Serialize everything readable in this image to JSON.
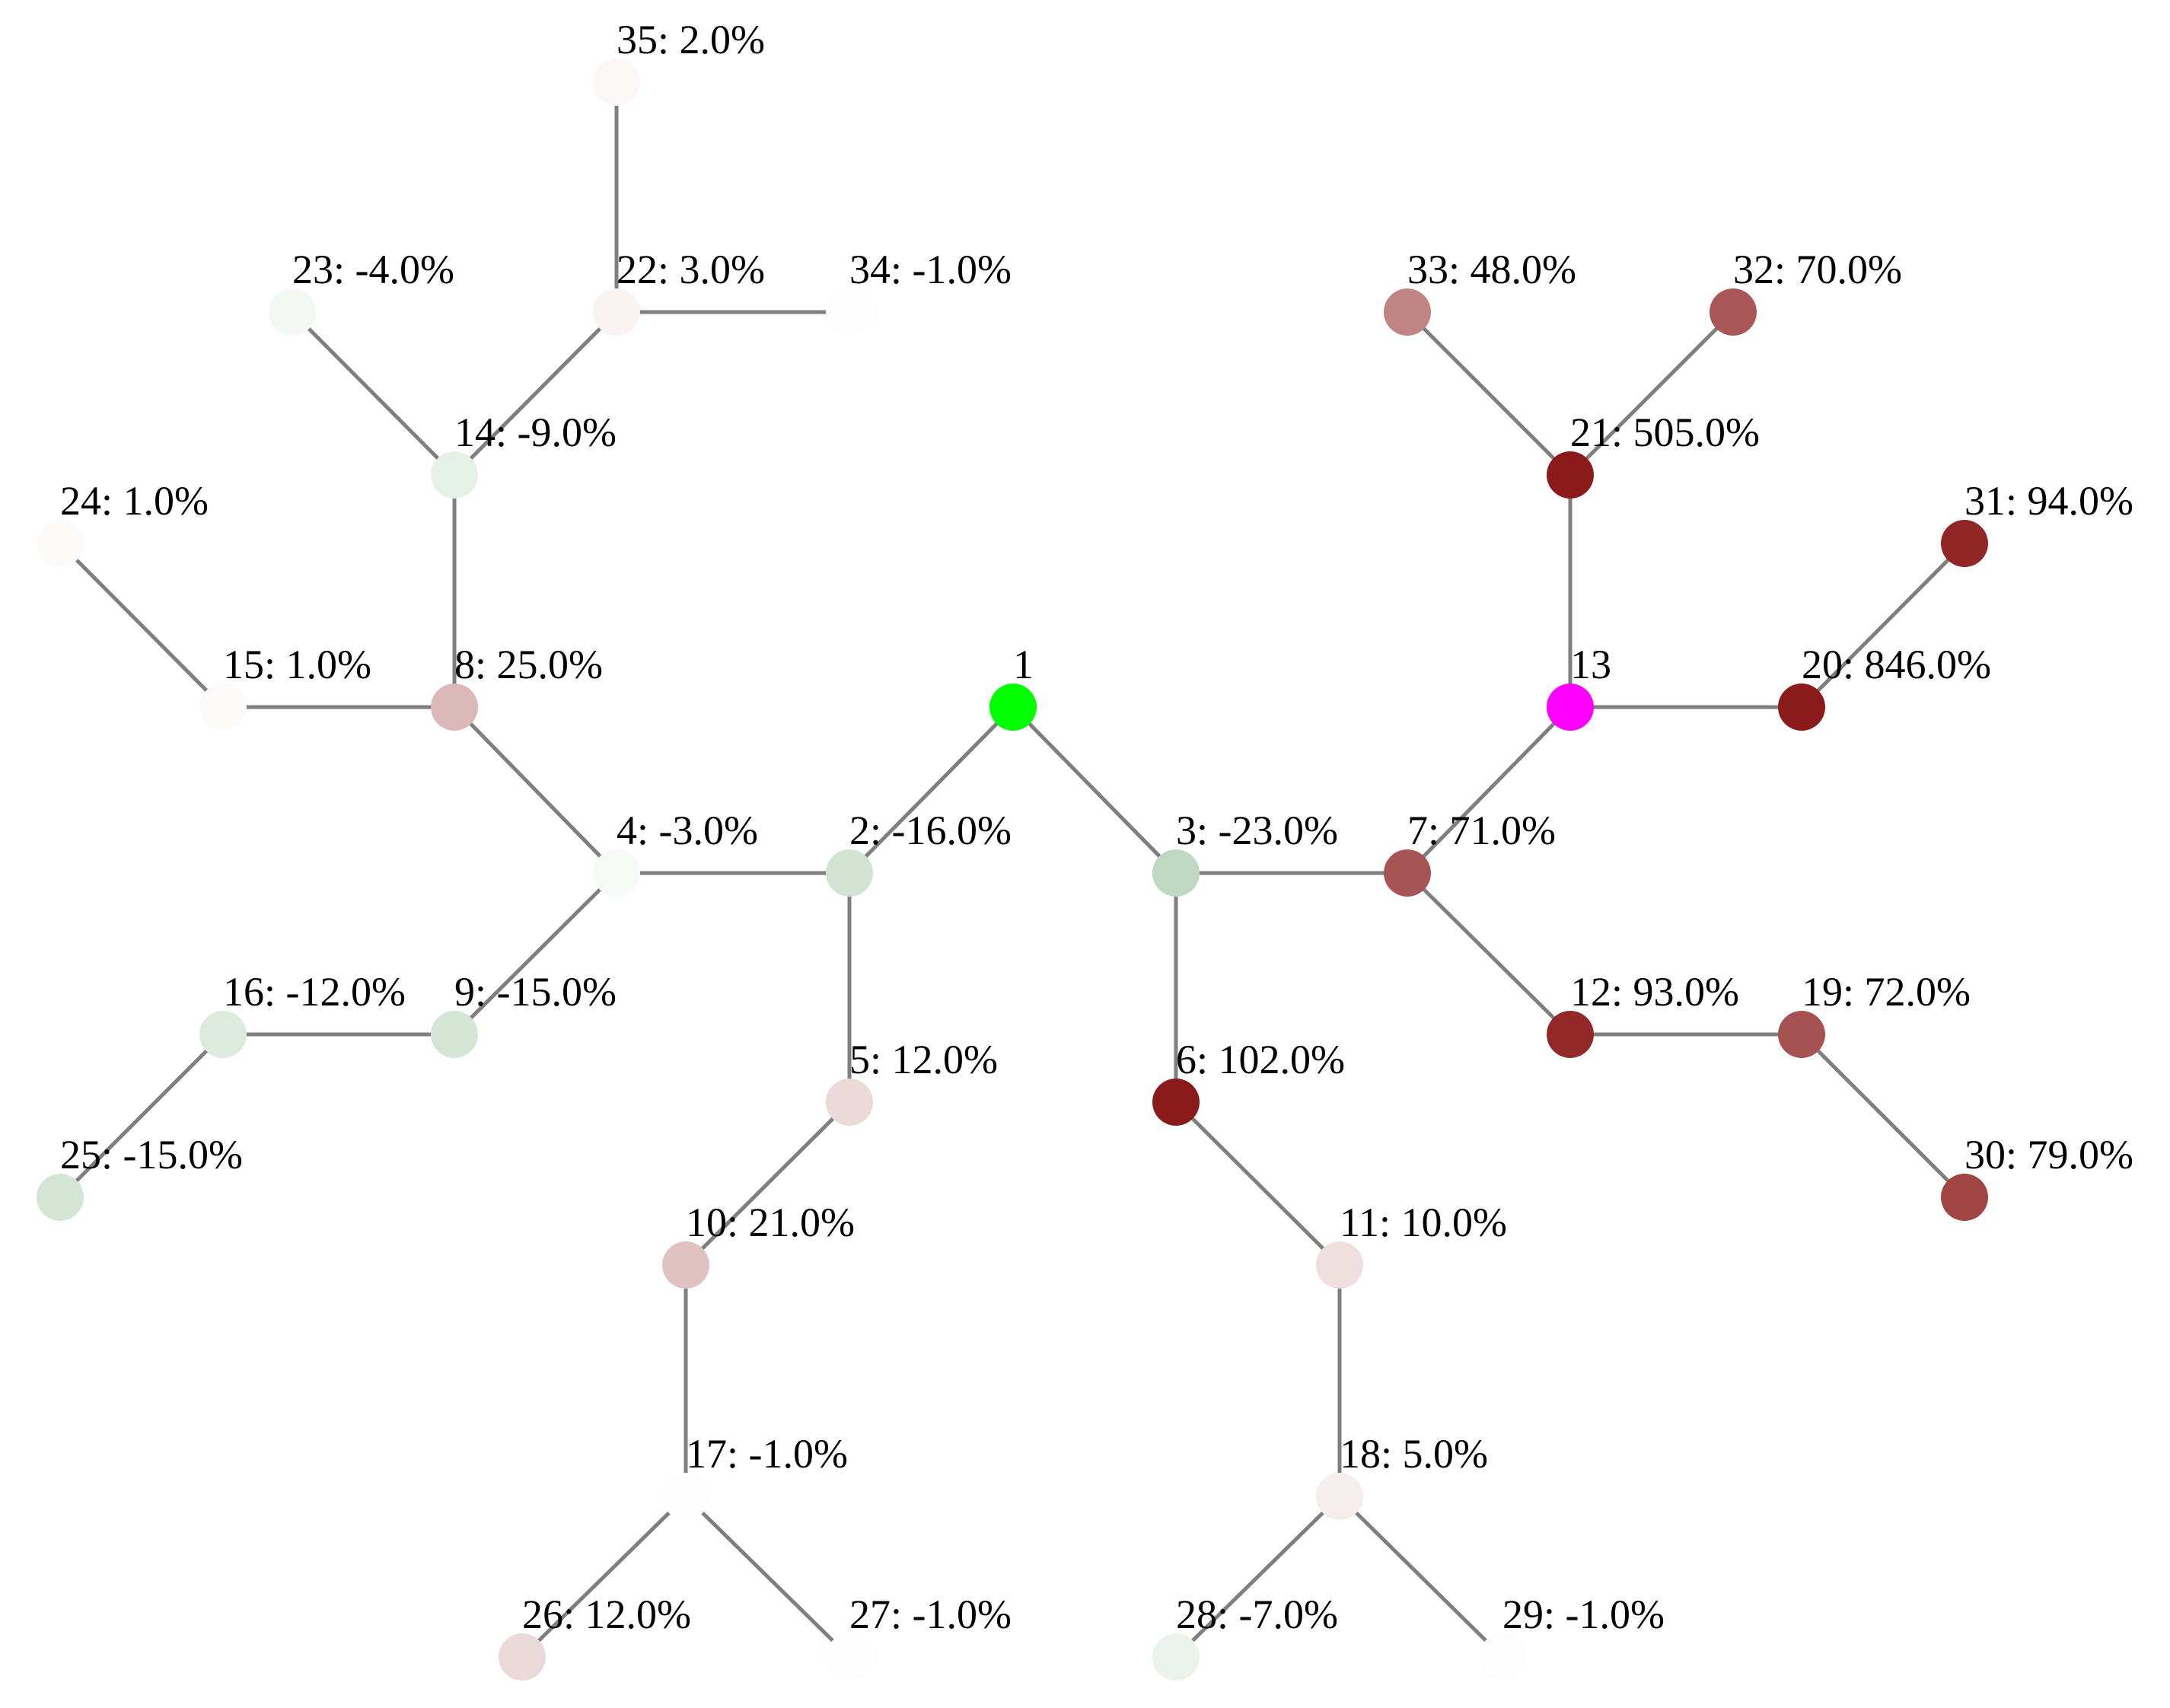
{
  "diagram": {
    "root_id": 1,
    "colors": {
      "root": "#00ff00",
      "highlight": "#ff00ff",
      "edge": "#7f7f7f",
      "positive": "#8b1a1a",
      "negative": "#7fb285"
    },
    "nodes": [
      {
        "id": 1,
        "label": "1",
        "value": null,
        "role": "root"
      },
      {
        "id": 2,
        "label": "2: -16.0%",
        "value": -16.0
      },
      {
        "id": 3,
        "label": "3: -23.0%",
        "value": -23.0
      },
      {
        "id": 4,
        "label": "4: -3.0%",
        "value": -3.0
      },
      {
        "id": 5,
        "label": "5: 12.0%",
        "value": 12.0
      },
      {
        "id": 6,
        "label": "6: 102.0%",
        "value": 102.0
      },
      {
        "id": 7,
        "label": "7: 71.0%",
        "value": 71.0
      },
      {
        "id": 8,
        "label": "8: 25.0%",
        "value": 25.0
      },
      {
        "id": 9,
        "label": "9: -15.0%",
        "value": -15.0
      },
      {
        "id": 10,
        "label": "10: 21.0%",
        "value": 21.0
      },
      {
        "id": 11,
        "label": "11: 10.0%",
        "value": 10.0
      },
      {
        "id": 12,
        "label": "12: 93.0%",
        "value": 93.0
      },
      {
        "id": 13,
        "label": "13",
        "value": null,
        "role": "highlight"
      },
      {
        "id": 14,
        "label": "14: -9.0%",
        "value": -9.0
      },
      {
        "id": 15,
        "label": "15: 1.0%",
        "value": 1.0
      },
      {
        "id": 16,
        "label": "16: -12.0%",
        "value": -12.0
      },
      {
        "id": 17,
        "label": "17: -1.0%",
        "value": -1.0
      },
      {
        "id": 18,
        "label": "18: 5.0%",
        "value": 5.0
      },
      {
        "id": 19,
        "label": "19: 72.0%",
        "value": 72.0
      },
      {
        "id": 20,
        "label": "20: 846.0%",
        "value": 846.0
      },
      {
        "id": 21,
        "label": "21: 505.0%",
        "value": 505.0
      },
      {
        "id": 22,
        "label": "22: 3.0%",
        "value": 3.0
      },
      {
        "id": 23,
        "label": "23: -4.0%",
        "value": -4.0
      },
      {
        "id": 24,
        "label": "24: 1.0%",
        "value": 1.0
      },
      {
        "id": 25,
        "label": "25: -15.0%",
        "value": -15.0
      },
      {
        "id": 26,
        "label": "26: 12.0%",
        "value": 12.0
      },
      {
        "id": 27,
        "label": "27: -1.0%",
        "value": -1.0
      },
      {
        "id": 28,
        "label": "28: -7.0%",
        "value": -7.0
      },
      {
        "id": 29,
        "label": "29: -1.0%",
        "value": -1.0
      },
      {
        "id": 30,
        "label": "30: 79.0%",
        "value": 79.0
      },
      {
        "id": 31,
        "label": "31: 94.0%",
        "value": 94.0
      },
      {
        "id": 32,
        "label": "32: 70.0%",
        "value": 70.0
      },
      {
        "id": 33,
        "label": "33: 48.0%",
        "value": 48.0
      },
      {
        "id": 34,
        "label": "34: -1.0%",
        "value": -1.0
      },
      {
        "id": 35,
        "label": "35: 2.0%",
        "value": 2.0
      }
    ],
    "edges": [
      [
        1,
        2
      ],
      [
        1,
        3
      ],
      [
        2,
        4
      ],
      [
        2,
        5
      ],
      [
        3,
        6
      ],
      [
        3,
        7
      ],
      [
        4,
        8
      ],
      [
        4,
        9
      ],
      [
        5,
        10
      ],
      [
        6,
        11
      ],
      [
        7,
        12
      ],
      [
        7,
        13
      ],
      [
        8,
        14
      ],
      [
        8,
        15
      ],
      [
        9,
        16
      ],
      [
        10,
        17
      ],
      [
        11,
        18
      ],
      [
        12,
        19
      ],
      [
        13,
        20
      ],
      [
        13,
        21
      ],
      [
        14,
        22
      ],
      [
        14,
        23
      ],
      [
        15,
        24
      ],
      [
        16,
        25
      ],
      [
        17,
        26
      ],
      [
        17,
        27
      ],
      [
        18,
        28
      ],
      [
        18,
        29
      ],
      [
        19,
        30
      ],
      [
        20,
        31
      ],
      [
        21,
        32
      ],
      [
        21,
        33
      ],
      [
        22,
        34
      ],
      [
        22,
        35
      ]
    ]
  }
}
